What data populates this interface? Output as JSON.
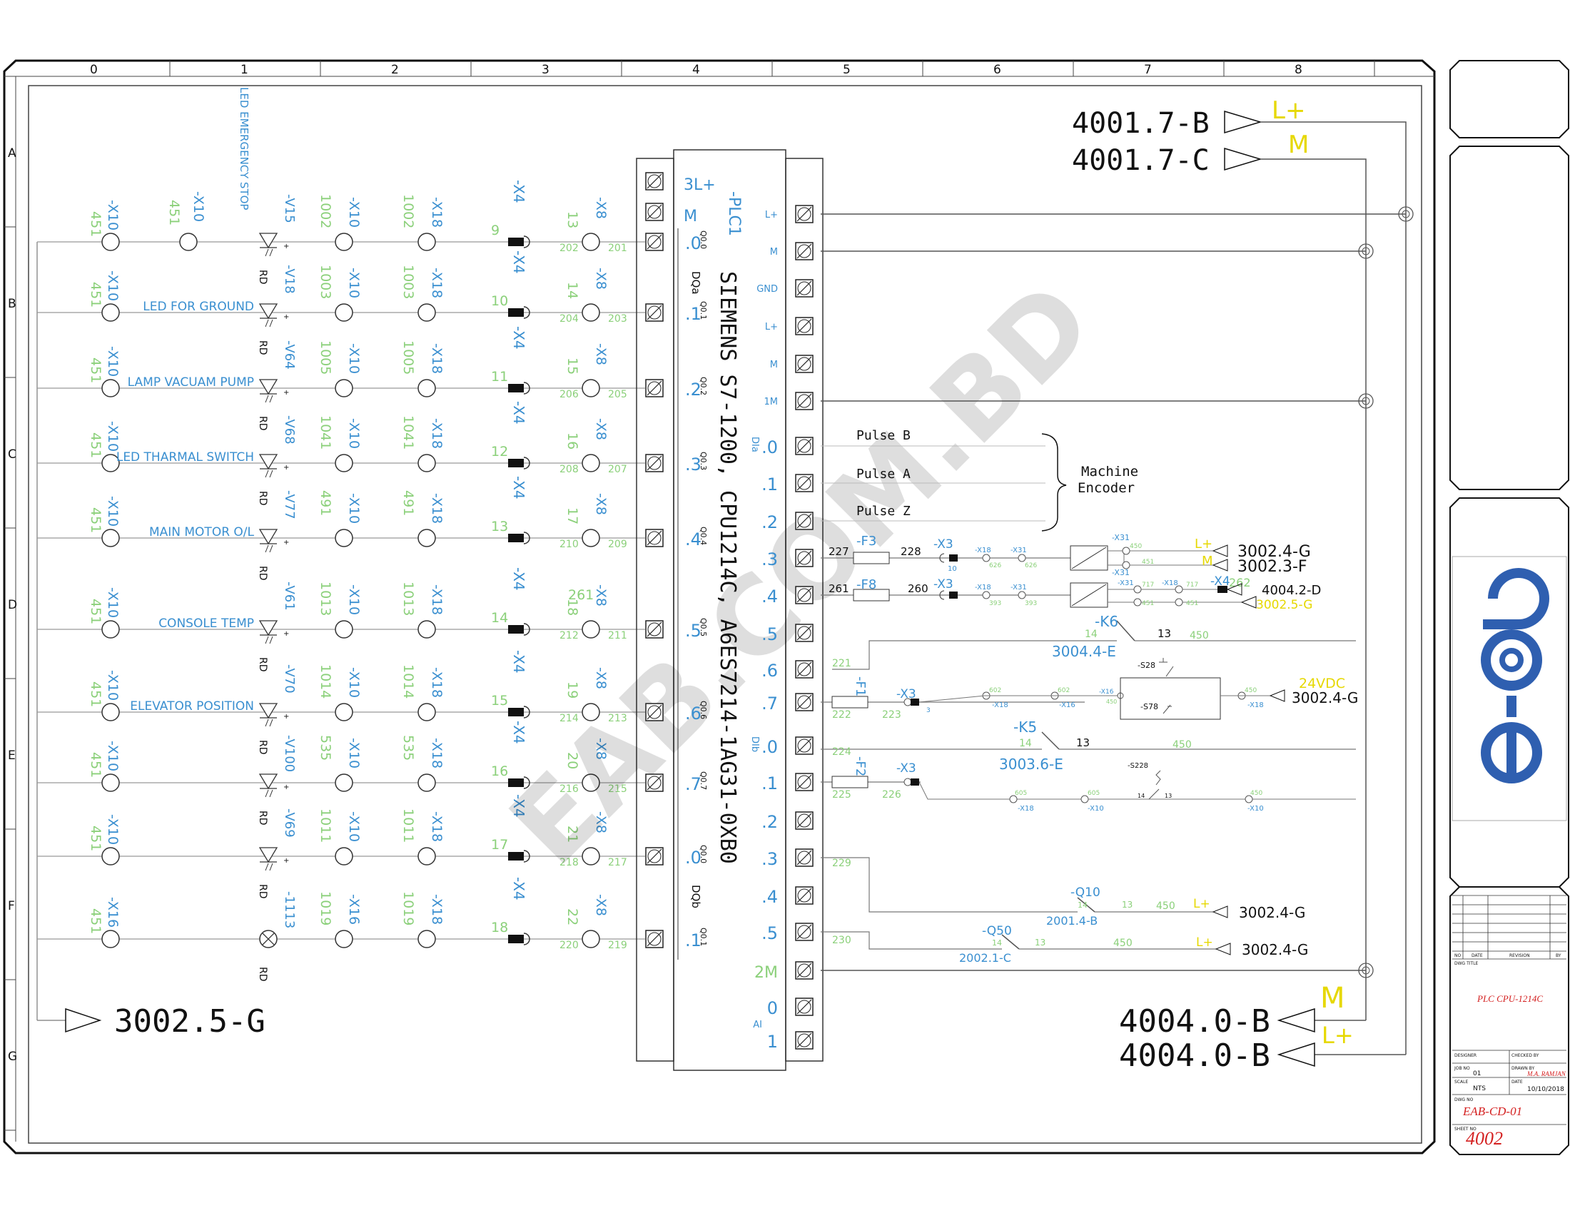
{
  "colors": {
    "line": "#555555",
    "blue": "#3a8fd0",
    "green": "#8bd07a",
    "yellow": "#e6d800",
    "red": "#d42020",
    "black": "#111111",
    "logo": "#2f5fb0"
  },
  "grid": {
    "cols": [
      "0",
      "1",
      "2",
      "3",
      "4",
      "5",
      "6",
      "7",
      "8"
    ],
    "rows": [
      "A",
      "B",
      "C",
      "D",
      "E",
      "F",
      "G"
    ]
  },
  "plc": {
    "tag": "-PLC1",
    "title": "SIEMENS S7-1200, CPU1214C, A6ES7214-1AG31-0XB0",
    "supply_left": [
      "3L+",
      "M"
    ],
    "out_a": [
      ".0",
      ".1",
      ".2",
      ".3",
      ".4",
      ".5",
      ".6",
      ".7"
    ],
    "out_a_sub": [
      "Q0.0",
      "Q0.1",
      "Q0.2",
      "Q0.3",
      "Q0.4",
      "Q0.5",
      "Q0.6",
      "Q0.7"
    ],
    "out_a_group": "DQa",
    "out_b": [
      ".0",
      ".1"
    ],
    "out_b_sub": [
      "Q0.0",
      "Q0.1"
    ],
    "out_b_group": "DQb",
    "right_power": [
      "L+",
      "M",
      "GND",
      "L+",
      "M",
      "1M"
    ],
    "in_a": [
      ".0",
      ".1",
      ".2",
      ".3",
      ".4",
      ".5",
      ".6",
      ".7"
    ],
    "in_a_group": "DIa",
    "in_b": [
      ".0",
      ".1",
      ".2",
      ".3",
      ".4",
      ".5"
    ],
    "in_b_group": "DIb",
    "m2": "2M",
    "ai": [
      "0",
      "1"
    ],
    "ai_group": "AI"
  },
  "rows": [
    {
      "t1": "-X10",
      "w1": "451",
      "t2": "-X10",
      "w2": "451",
      "lamp": "-V15",
      "rd": "RD",
      "t3": "-X10",
      "w3": "1002",
      "t4": "-X18",
      "w4": "1002",
      "x4n": "9",
      "t5": "-X8",
      "w5": "13",
      "wa": "202",
      "wb": "201",
      "label": ""
    },
    {
      "t1": "-X10",
      "w1": "451",
      "lamp": "-V18",
      "rd": "RD",
      "t3": "-X10",
      "w3": "1003",
      "t4": "-X18",
      "w4": "1003",
      "x4n": "10",
      "t5": "-X8",
      "w5": "14",
      "wa": "204",
      "wb": "203",
      "label": "LED FOR GROUND"
    },
    {
      "t1": "-X10",
      "w1": "451",
      "lamp": "-V64",
      "rd": "RD",
      "t3": "-X10",
      "w3": "1005",
      "t4": "-X18",
      "w4": "1005",
      "x4n": "11",
      "t5": "-X8",
      "w5": "15",
      "wa": "206",
      "wb": "205",
      "label": "LAMP VACUAM PUMP"
    },
    {
      "t1": "-X10",
      "w1": "451",
      "lamp": "-V68",
      "rd": "RD",
      "t3": "-X10",
      "w3": "1041",
      "t4": "-X18",
      "w4": "1041",
      "x4n": "12",
      "t5": "-X8",
      "w5": "16",
      "wa": "208",
      "wb": "207",
      "label": "LED THARMAL SWITCH"
    },
    {
      "t1": "-X10",
      "w1": "451",
      "lamp": "-V77",
      "rd": "RD",
      "t3": "-X10",
      "w3": "491",
      "t4": "-X18",
      "w4": "491",
      "x4n": "13",
      "t5": "-X8",
      "w5": "17",
      "wa": "210",
      "wb": "209",
      "label": "MAIN MOTOR O/L"
    },
    {
      "t1": "-X10",
      "w1": "451",
      "lamp": "-V61",
      "rd": "RD",
      "t3": "-X10",
      "w3": "1013",
      "t4": "-X18",
      "w4": "1013",
      "x4n": "14",
      "t5": "-X8",
      "w5": "18",
      "wa": "212",
      "wb": "211",
      "label": "CONSOLE TEMP"
    },
    {
      "t1": "-X10",
      "w1": "451",
      "lamp": "-V70",
      "rd": "RD",
      "t3": "-X10",
      "w3": "1014",
      "t4": "-X18",
      "w4": "1014",
      "x4n": "15",
      "t5": "-X8",
      "w5": "19",
      "wa": "214",
      "wb": "213",
      "label": "ELEVATOR POSITION"
    },
    {
      "t1": "-X10",
      "w1": "451",
      "lamp": "-V100",
      "rd": "RD",
      "t3": "-X10",
      "w3": "535",
      "t4": "-X18",
      "w4": "535",
      "x4n": "16",
      "t5": "-X8",
      "w5": "20",
      "wa": "216",
      "wb": "215",
      "label": ""
    },
    {
      "t1": "-X10",
      "w1": "451",
      "lamp": "-V69",
      "rd": "RD",
      "t3": "-X10",
      "w3": "1011",
      "t4": "-X18",
      "w4": "1011",
      "x4n": "17",
      "t5": "-X8",
      "w5": "21",
      "wa": "218",
      "wb": "217",
      "label": ""
    },
    {
      "t1": "-X16",
      "w1": "451",
      "lamp": "-1113",
      "rd": "RD",
      "t3": "-X16",
      "w3": "1019",
      "t4": "-X18",
      "w4": "1019",
      "x4n": "18",
      "t5": "-X8",
      "w5": "22",
      "wa": "220",
      "wb": "219",
      "label": ""
    }
  ],
  "vertical_label": "LED EMERGENCY STOP",
  "x4_tag": "-X4",
  "extra_261": "261",
  "ref_bottom_left": "3002.5-G",
  "ref_top": [
    {
      "ref": "4001.7-B",
      "sig": "L+"
    },
    {
      "ref": "4001.7-C",
      "sig": "M"
    }
  ],
  "ref_bottom_right": [
    {
      "ref": "4004.0-B",
      "sig": "M"
    },
    {
      "ref": "4004.0-B",
      "sig": "L+"
    }
  ],
  "encoder": {
    "pulses": [
      "Pulse B",
      "Pulse A",
      "Pulse Z"
    ],
    "label_1": "Machine",
    "label_2": "Encoder"
  },
  "ch3": {
    "w1": "227",
    "fuse": "-F3",
    "w2": "228",
    "x3": "-X3",
    "x3n": "10",
    "x18": "-X18",
    "x18n": "626",
    "x31": "-X31",
    "x31n": "626",
    "x31b": "-X31",
    "n450": "450",
    "n451": "451",
    "lp": "L+",
    "m": "M",
    "ref1": "3002.4-G",
    "ref2": "3002.3-F"
  },
  "ch4": {
    "w1": "261",
    "fuse": "-F8",
    "w2": "260",
    "x3": "-X3",
    "x18": "-X18",
    "x18n": "393",
    "x31": "-X31",
    "x31n": "393",
    "x31b": "-X31",
    "x18b": "-X18",
    "n717a": "717",
    "n717b": "717",
    "n451a": "451",
    "n451b": "451",
    "x4": "-X4",
    "x4n": "262",
    "ref1": "4004.2-D",
    "ref2": "3002.5-G"
  },
  "k6": {
    "tag": "-K6",
    "n14": "14",
    "n13": "13",
    "n450": "450",
    "ref": "3004.4-E",
    "w": "221"
  },
  "ch7": {
    "fuse": "-F1",
    "x3": "-X3",
    "x3n": "3",
    "w1": "222",
    "w2": "223",
    "n602a": "602",
    "x18": "-X18",
    "n602b": "602",
    "x16": "-X16",
    "x16b": "-X16",
    "n450": "450",
    "s28": "-S28",
    "s78": "-S78",
    "n450b": "450",
    "x18b": "-X18",
    "v24": "24VDC",
    "ref": "3002.4-G"
  },
  "k5": {
    "tag": "-K5",
    "n14": "14",
    "n13": "13",
    "n450": "450",
    "ref": "3003.6-E",
    "w": "224"
  },
  "chb1": {
    "fuse": "-F2",
    "x3": "-X3",
    "w1": "225",
    "w2": "226",
    "n605a": "605",
    "x18": "-X18",
    "n605b": "605",
    "x10": "-X10",
    "s228": "-S228",
    "n14": "14",
    "n13": "13",
    "n450": "450",
    "x10b": "-X10"
  },
  "q10": {
    "tag": "-Q10",
    "n14": "14",
    "n13": "13",
    "n450": "450",
    "lp": "L+",
    "ref": "3002.4-G",
    "ref2": "2001.4-B",
    "w": "229"
  },
  "q50": {
    "tag": "-Q50",
    "n14": "14",
    "n13": "13",
    "n450": "450",
    "lp": "L+",
    "ref": "3002.4-G",
    "ref2": "2002.1-C",
    "w": "230"
  },
  "watermark": "EAB.COM.BD",
  "title_block": {
    "rev_headers": [
      "NO",
      "DATE",
      "REVISION",
      "BY"
    ],
    "dwg_title_label": "DWG TITLE",
    "dwg_title": "PLC CPU-1214C",
    "designer_label": "DESIGNER",
    "checked_label": "CHECKED BY",
    "job_label": "JOB NO",
    "job": "01",
    "drawn_label": "DRAWN BY",
    "drawn": "M.A. RAMJAN",
    "scale_label": "SCALE",
    "scale": "NTS",
    "date_label": "DATE",
    "date": "10/10/2018",
    "dwg_no_label": "DWG NO",
    "dwg_no": "EAB-CD-01",
    "sheet_label": "SHEET NO",
    "sheet": "4002"
  }
}
